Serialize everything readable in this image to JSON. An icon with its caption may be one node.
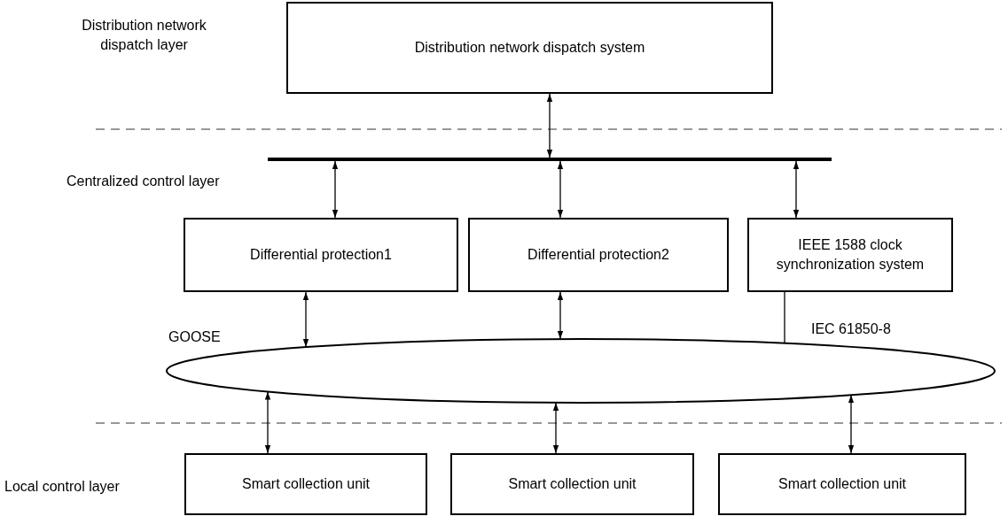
{
  "diagram": {
    "nodes": [
      {
        "text": [
          "Distribution network dispatch system"
        ]
      },
      {
        "text": [],
        "shape": "bar"
      },
      {
        "text": [
          "Differential protection1"
        ]
      },
      {
        "text": [
          "Differential protection2"
        ]
      },
      {
        "text": [
          "IEEE 1588 clock synchronization system"
        ]
      },
      {
        "text": [],
        "shape": "ellipse"
      },
      {
        "text": [
          "Smart collection unit"
        ]
      },
      {
        "text": [
          "Smart collection unit"
        ]
      },
      {
        "text": [
          "Smart collection unit"
        ]
      }
    ],
    "edges": [
      {
        "from": 0,
        "to": 1,
        "arrow": "both"
      },
      {
        "from": 1,
        "to": 2,
        "arrow": "both"
      },
      {
        "from": 1,
        "to": 3,
        "arrow": "both"
      },
      {
        "from": 1,
        "to": 4,
        "arrow": "both"
      },
      {
        "from": 2,
        "to": 5,
        "arrow": "both"
      },
      {
        "from": 3,
        "to": 5,
        "arrow": "both"
      },
      {
        "from": 4,
        "to": 5,
        "arrow": "none"
      },
      {
        "from": 5,
        "to": 6,
        "arrow": "both"
      },
      {
        "from": 5,
        "to": 7,
        "arrow": "both"
      },
      {
        "from": 5,
        "to": 8,
        "arrow": "both"
      }
    ],
    "labels": [
      "Distribution network dispatch layer",
      "Centralized control layer",
      "GOOSE",
      "IEC 61850-8",
      "Local control layer"
    ]
  }
}
